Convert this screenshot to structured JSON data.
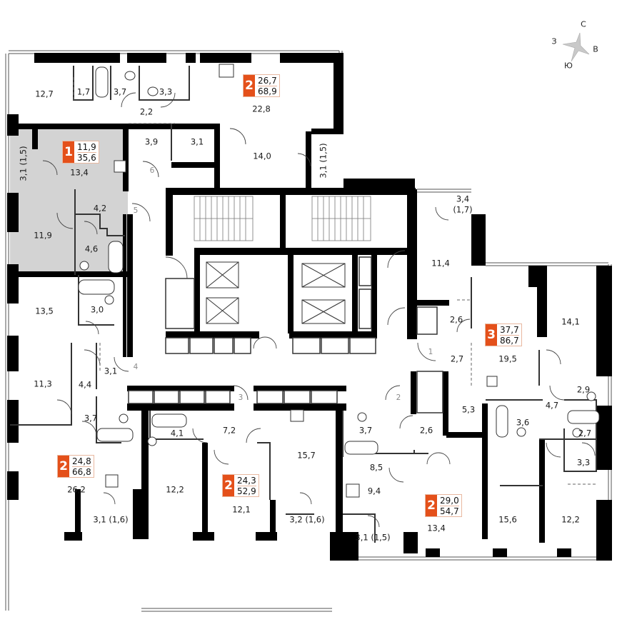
{
  "compass": {
    "north": "С",
    "east": "В",
    "south": "Ю",
    "west": "З",
    "icon": "compass-star-icon"
  },
  "colors": {
    "badge_accent": "#e4501a",
    "wall": "#000000",
    "highlighted_unit_fill": "#d3d3d3",
    "thin_line": "#4a4a4a",
    "door_number": "#8a8a8a"
  },
  "apartments": [
    {
      "id": "apt-top",
      "rooms": "2",
      "living_area": "26,7",
      "total_area": "68,9"
    },
    {
      "id": "apt-highlighted",
      "rooms": "1",
      "living_area": "11,9",
      "total_area": "35,6"
    },
    {
      "id": "apt-right",
      "rooms": "3",
      "living_area": "37,7",
      "total_area": "86,7"
    },
    {
      "id": "apt-left-bottom",
      "rooms": "2",
      "living_area": "24,8",
      "total_area": "66,8"
    },
    {
      "id": "apt-center-bottom",
      "rooms": "2",
      "living_area": "24,3",
      "total_area": "52,9"
    },
    {
      "id": "apt-right-bottom",
      "rooms": "2",
      "living_area": "29,0",
      "total_area": "54,7"
    }
  ],
  "rooms": [
    {
      "area": "12,7"
    },
    {
      "area": "1,7"
    },
    {
      "area": "3,7"
    },
    {
      "area": "3,3"
    },
    {
      "area": "2,2"
    },
    {
      "area": "22,8"
    },
    {
      "area": "3,9"
    },
    {
      "area": "3,1"
    },
    {
      "area": "14,0"
    },
    {
      "area": "3,1 (1,5)"
    },
    {
      "area": "3,1 (1,5)"
    },
    {
      "area": "13,4"
    },
    {
      "area": "4,2"
    },
    {
      "area": "11,9"
    },
    {
      "area": "4,6"
    },
    {
      "area": "13,5"
    },
    {
      "area": "3,0"
    },
    {
      "area": "11,3"
    },
    {
      "area": "4,4"
    },
    {
      "area": "3,1"
    },
    {
      "area": "3,7"
    },
    {
      "area": "26,2"
    },
    {
      "area": "3,1 (1,6)"
    },
    {
      "area": "4,1"
    },
    {
      "area": "7,2"
    },
    {
      "area": "12,2"
    },
    {
      "area": "12,1"
    },
    {
      "area": "15,7"
    },
    {
      "area": "3,2 (1,6)"
    },
    {
      "area": "3,7"
    },
    {
      "area": "8,5"
    },
    {
      "area": "2,6"
    },
    {
      "area": "9,4"
    },
    {
      "area": "3,1 (1,5)"
    },
    {
      "area": "13,4"
    },
    {
      "area": "5,3"
    },
    {
      "area": "15,6"
    },
    {
      "area": "3,4"
    },
    {
      "area": "(1,7)"
    },
    {
      "area": "11,4"
    },
    {
      "area": "2,6"
    },
    {
      "area": "2,7"
    },
    {
      "area": "19,5"
    },
    {
      "area": "14,1"
    },
    {
      "area": "2,9"
    },
    {
      "area": "4,7"
    },
    {
      "area": "3,6"
    },
    {
      "area": "2,7"
    },
    {
      "area": "3,3"
    },
    {
      "area": "12,2"
    }
  ],
  "door_numbers": [
    "1",
    "2",
    "3",
    "4",
    "5",
    "6"
  ]
}
